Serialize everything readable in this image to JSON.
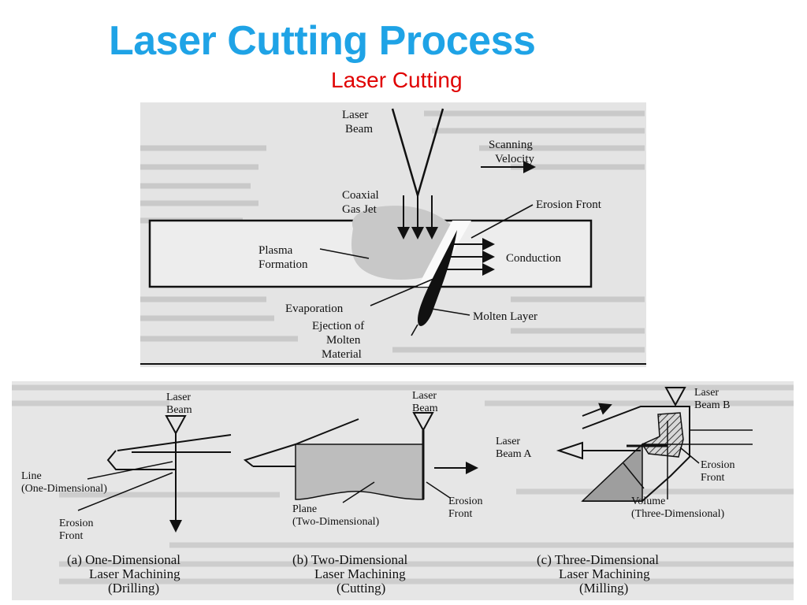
{
  "slide": {
    "title": "Laser Cutting Process",
    "subtitle": "Laser Cutting"
  },
  "top_diagram": {
    "laser_beam_1": "Laser",
    "laser_beam_2": "Beam",
    "scanning_1": "Scanning",
    "scanning_2": "Velocity",
    "gas_jet_1": "Coaxial",
    "gas_jet_2": "Gas Jet",
    "erosion_front": "Erosion Front",
    "plasma_1": "Plasma",
    "plasma_2": "Formation",
    "conduction": "Conduction",
    "evaporation": "Evaporation",
    "molten_layer": "Molten Layer",
    "ejection_1": "Ejection of",
    "ejection_2": "Molten",
    "ejection_3": "Material"
  },
  "bottom_diagram": {
    "a_beam_1": "Laser",
    "a_beam_2": "Beam",
    "a_line_1": "Line",
    "a_line_2": "(One-Dimensional)",
    "a_erosion_1": "Erosion",
    "a_erosion_2": "Front",
    "a_caption_1": "(a) One-Dimensional",
    "a_caption_2": "Laser Machining",
    "a_caption_3": "(Drilling)",
    "b_beam_1": "Laser",
    "b_beam_2": "Beam",
    "b_plane_1": "Plane",
    "b_plane_2": "(Two-Dimensional)",
    "b_erosion_1": "Erosion",
    "b_erosion_2": "Front",
    "b_caption_1": "(b) Two-Dimensional",
    "b_caption_2": "Laser Machining",
    "b_caption_3": "(Cutting)",
    "c_beam_a_1": "Laser",
    "c_beam_a_2": "Beam A",
    "c_beam_b_1": "Laser",
    "c_beam_b_2": "Beam B",
    "c_erosion_1": "Erosion",
    "c_erosion_2": "Front",
    "c_volume_1": "Volume",
    "c_volume_2": "(Three-Dimensional)",
    "c_caption_1": "(c) Three-Dimensional",
    "c_caption_2": "Laser Machining",
    "c_caption_3": "(Milling)"
  }
}
